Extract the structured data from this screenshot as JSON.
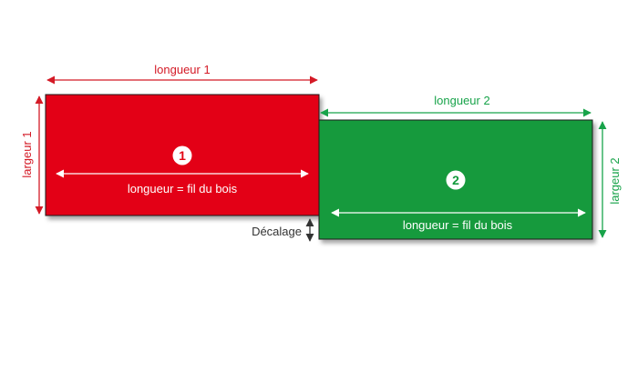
{
  "colors": {
    "piece1": "#e30613",
    "piece2": "#129a3c",
    "dim1": "#d41a26",
    "dim2": "#18a34a",
    "offset": "#333333"
  },
  "piece1": {
    "number": "1",
    "length_label": "longueur 1",
    "width_label": "largeur 1",
    "grain_label": "longueur = fil du bois"
  },
  "piece2": {
    "number": "2",
    "length_label": "longueur 2",
    "width_label": "largeur 2",
    "grain_label": "longueur = fil du bois"
  },
  "offset": {
    "label": "Décalage"
  }
}
